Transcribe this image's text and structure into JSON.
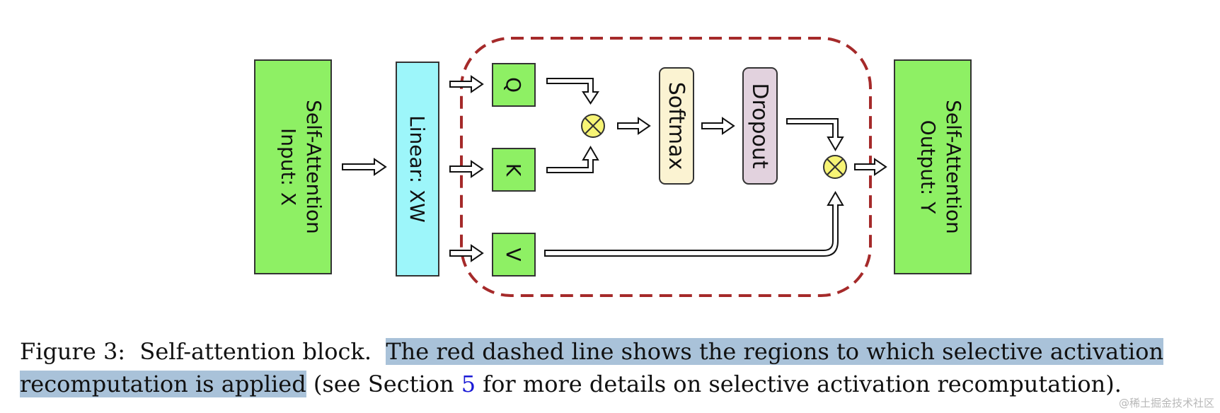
{
  "colors": {
    "green_box": "#8ef064",
    "cyan_box": "#9df6fa",
    "softmax_box": "#fbf3d2",
    "dropout_box": "#e2d2de",
    "multiply_node": "#f7f475",
    "dashed_region": "#a52a2a"
  },
  "boxes": {
    "input": {
      "line1": "Self-Attention",
      "line2": "Input: X"
    },
    "linear": "Linear: XW",
    "q": "Q",
    "k": "K",
    "v": "V",
    "softmax": "Softmax",
    "dropout": "Dropout",
    "output": {
      "line1": "Self-Attention",
      "line2": "Output: Y"
    }
  },
  "caption": {
    "prefix": "Figure 3:  Self-attention block.  ",
    "highlight_line1": "The red dashed line shows the regions to which selective activation",
    "highlight_line2": "recomputation is applied",
    "middle": " (see Section ",
    "section_ref": "5",
    "suffix": " for more details on selective activation recomputation)."
  },
  "watermark": "@稀土掘金技术社区"
}
